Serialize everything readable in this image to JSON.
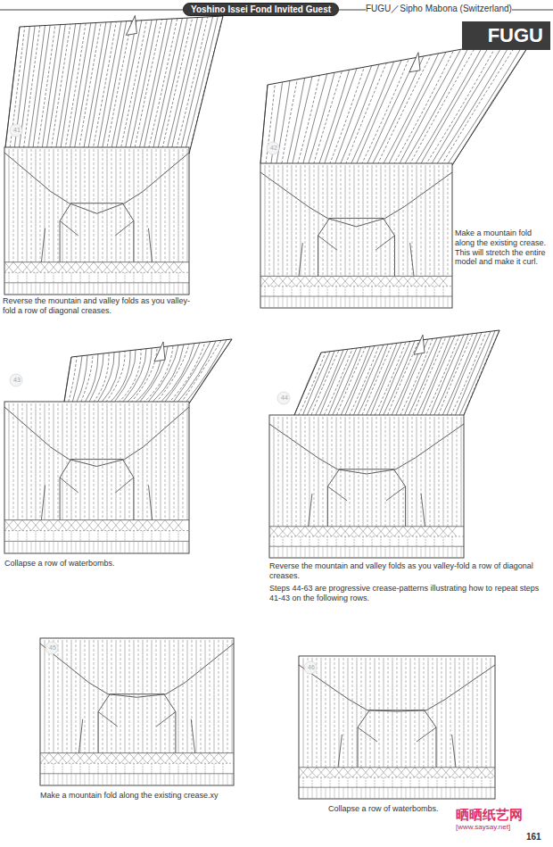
{
  "diagram": {
    "nodes": [
      {
        "text": [
          "Yoshino Issei Fond Invited Guest"
        ]
      },
      {
        "text": [
          "FUGU"
        ]
      }
    ],
    "labels": [
      "FUGU／Sipho Mabona (Switzerland)",
      "41",
      "Reverse the mountain and valley folds as you valley-fold a row of diagonal creases.",
      "42",
      "Make a mountain fold along the existing crease. This will stretch the entire model and make it curl.",
      "43",
      "Collapse a row of waterbombs.",
      "44",
      "Reverse the mountain and valley folds as you valley-fold a row of diagonal creases.",
      "Steps 44-63 are progressive crease-patterns illustrating how to repeat steps 41-43 on the following rows.",
      "45",
      "Make a mountain fold along the existing crease.xy",
      "46",
      "Collapse a row of waterbombs.",
      "晒晒纸艺网",
      "[www.saysay.net]",
      "161"
    ]
  }
}
